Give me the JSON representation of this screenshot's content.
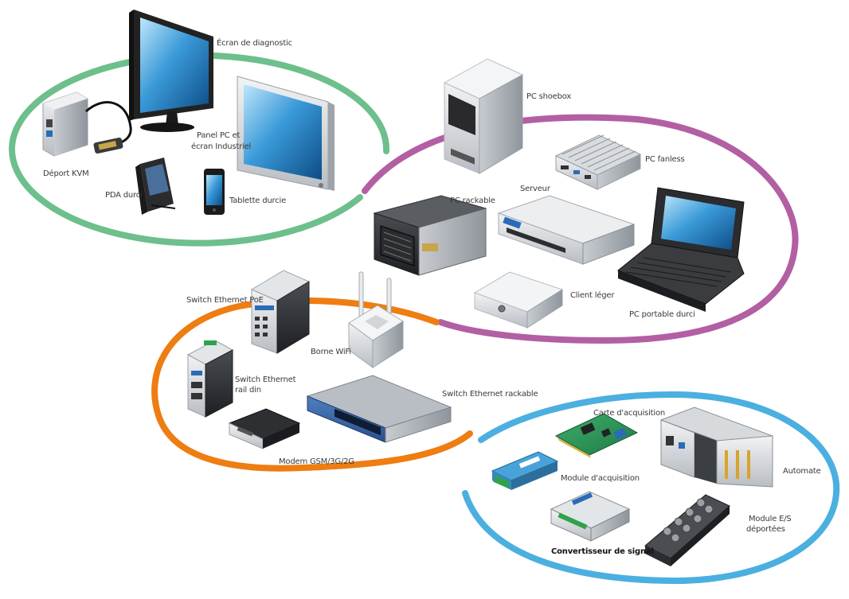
{
  "colors": {
    "green_ring": "#6dbf8b",
    "purple_ring": "#b25fa3",
    "orange_ring": "#ee7d12",
    "blue_ring": "#4bafe0"
  },
  "labels": {
    "ecran_diag": "Écran de diagnostic",
    "panel_pc_1": "Panel PC et",
    "panel_pc_2": "écran Industriel",
    "deport_kvm": "Déport KVM",
    "pda": "PDA durci",
    "tablette": "Tablette durcie",
    "pc_shoebox": "PC shoebox",
    "pc_fanless": "PC fanless",
    "pc_rackable": "PC rackable",
    "serveur": "Serveur",
    "client_leger": "Client léger",
    "pc_portable": "PC portable durci",
    "switch_poe": "Switch Ethernet PoE",
    "borne_wifi": "Borne WiFi",
    "switch_rail_1": "Switch Ethernet",
    "switch_rail_2": "rail din",
    "switch_rack": "Switch Ethernet rackable",
    "modem": "Modem GSM/3G/2G",
    "carte_acq": "Carte d'acquisition",
    "module_acq": "Module d'acquisition",
    "automate": "Automate",
    "module_es_1": "Module E/S",
    "module_es_2": "déportées",
    "convertisseur": "Convertisseur de signal"
  }
}
